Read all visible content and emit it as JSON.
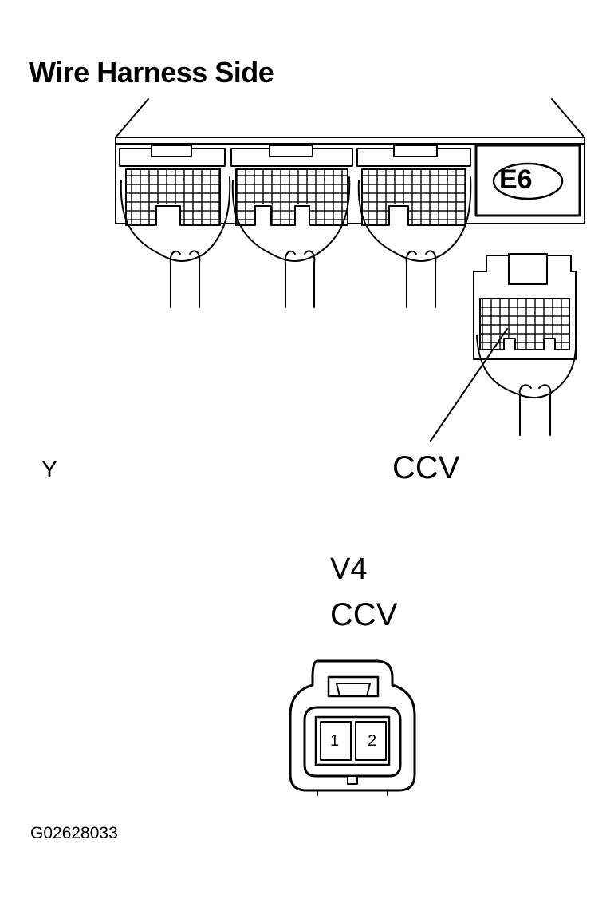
{
  "title": "Wire Harness Side",
  "ecu_connector": {
    "label": "E6",
    "terminal": "CCV"
  },
  "wire_color": "Y",
  "valve_connector": {
    "label": "V4",
    "name": "CCV",
    "pins": [
      "1",
      "2"
    ]
  },
  "figure_code": "G02628033",
  "colors": {
    "line": "#000000",
    "background": "#ffffff"
  }
}
